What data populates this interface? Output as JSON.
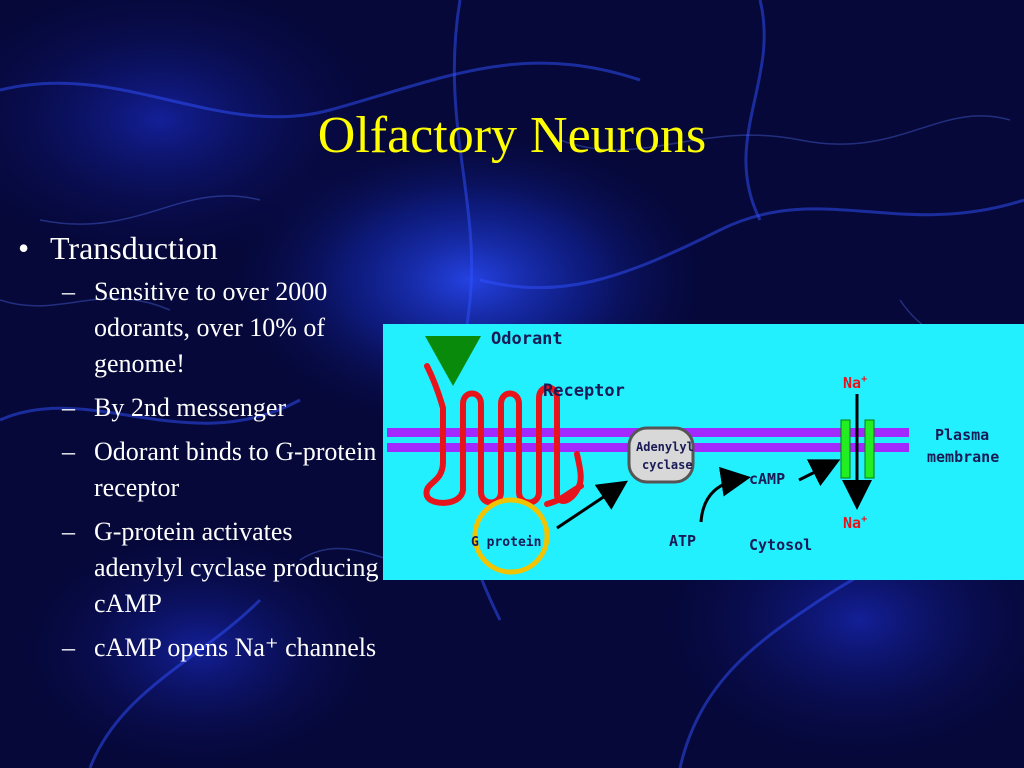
{
  "slide": {
    "title": "Olfactory Neurons",
    "bullet": {
      "marker": "•",
      "text": "Transduction",
      "sub_marker": "–",
      "items": [
        "Sensitive to over 2000 odorants, over 10% of genome!",
        "By 2nd messenger",
        "Odorant binds to G-protein receptor",
        "G-protein activates adenylyl cyclase producing cAMP",
        "cAMP opens Na⁺ channels"
      ]
    }
  },
  "diagram": {
    "labels": {
      "odorant": "Odorant",
      "receptor": "Receptor",
      "adenylyl_line1": "Adenylyl",
      "adenylyl_line2": "cyclase",
      "camp": "cAMP",
      "na_top": "Na",
      "na_bottom": "Na",
      "na_charge": "+",
      "plasma_line1": "Plasma",
      "plasma_line2": "membrane",
      "gprotein": "G protein",
      "atp": "ATP",
      "cytosol": "Cytosol"
    },
    "colors": {
      "panel_background": "#23f0ff",
      "membrane": "#a229ff",
      "receptor": "#e8141c",
      "odorant": "#0a8a0a",
      "gprotein_ring": "#f2c400",
      "channel": "#22ee22",
      "title_text": "#ffff00",
      "body_text": "#ffffff"
    }
  }
}
